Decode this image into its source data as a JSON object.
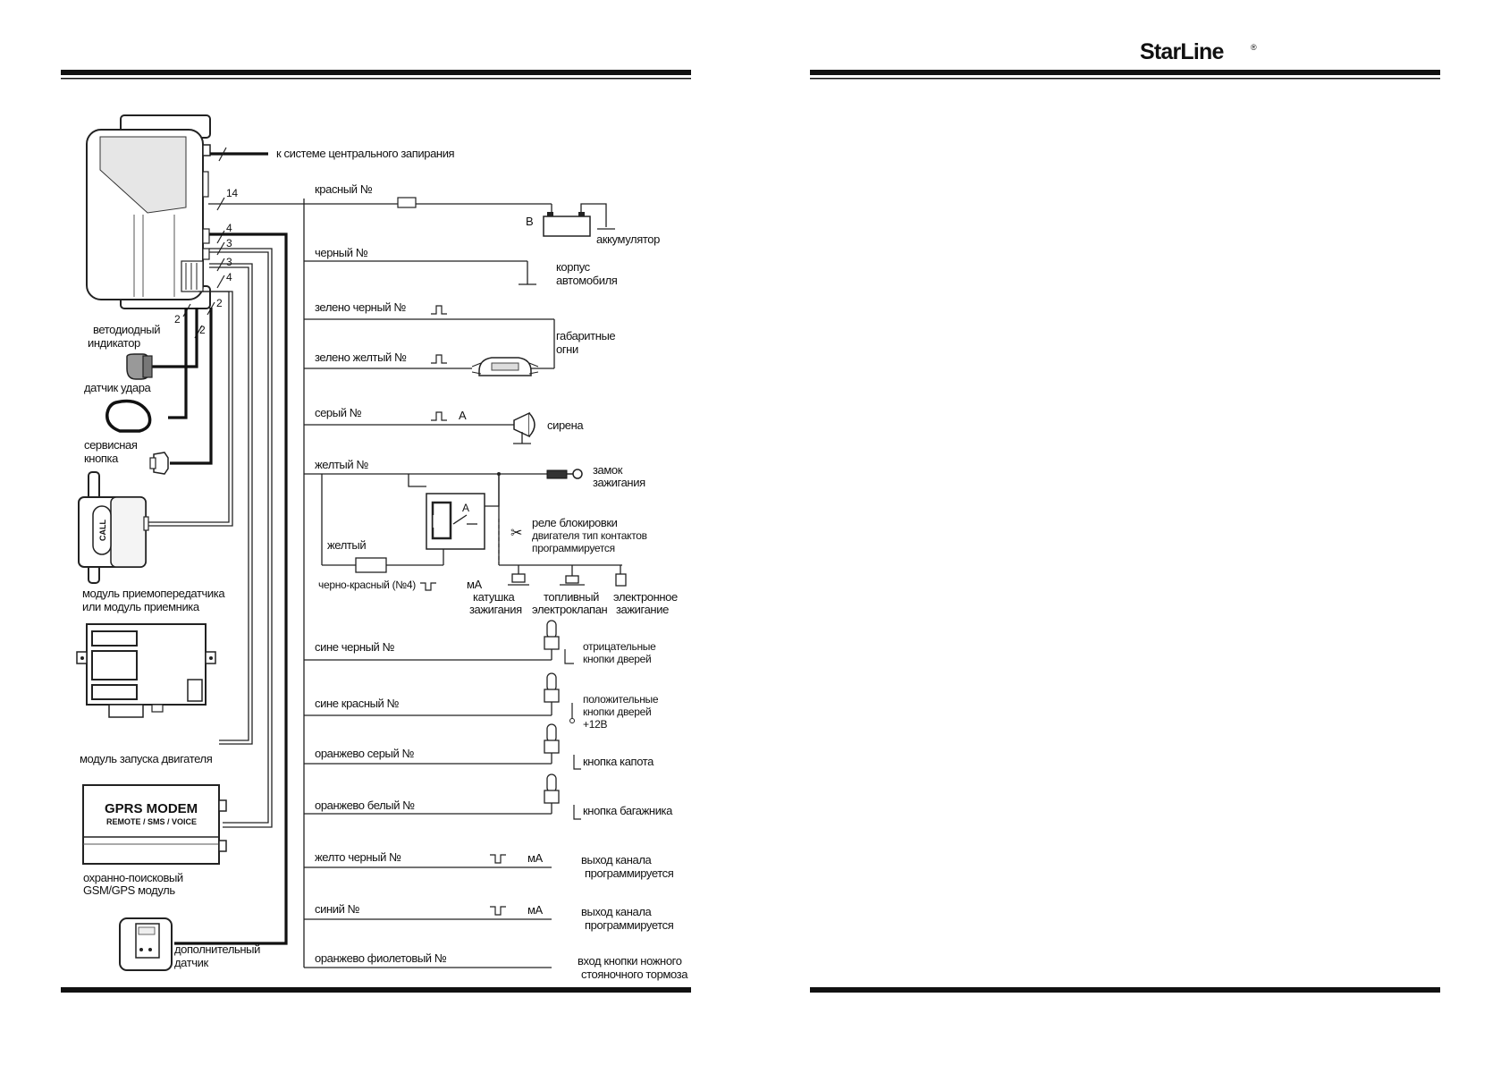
{
  "brand": {
    "logo": "StarLine",
    "registered": "®"
  },
  "top_labels": {
    "central_lock": "к системе центрального запирания",
    "wire_count_14": "14",
    "wire_count_4a": "4",
    "wire_count_3a": "3",
    "wire_count_3b": "3",
    "wire_count_4b": "4",
    "wire_count_2a": "2",
    "wire_count_2b": "2",
    "wire_count_2c": "2"
  },
  "wires": [
    {
      "label": "красный  №"
    },
    {
      "label": "черный  №"
    },
    {
      "label": "зелено черный  №"
    },
    {
      "label": "зелено желтый  №"
    },
    {
      "label": "серый  №"
    },
    {
      "label": "желтый  №"
    },
    {
      "label": "сине черный  №"
    },
    {
      "label": "сине красный  №"
    },
    {
      "label": "оранжево серый  №"
    },
    {
      "label": "оранжево белый  №"
    },
    {
      "label": "желто черный  №"
    },
    {
      "label": "синий  №"
    },
    {
      "label": "оранжево фиолетовый  №"
    }
  ],
  "relay": {
    "inner_yellow": "желтый",
    "black_red": "черно-красный (№4)",
    "ma": "мА",
    "a_label": "А",
    "title": "реле блокировки",
    "line2": "двигателя  тип контактов",
    "line3": "программируется"
  },
  "signals": {
    "siren_a": "А",
    "ma1": "мА",
    "ma2": "мА"
  },
  "right_labels": {
    "battery_b": "В",
    "battery": "аккумулятор",
    "body1": "корпус",
    "body2": "автомобиля",
    "lights1": "габаритные",
    "lights2": "огни",
    "siren": "сирена",
    "ignition1": "замок",
    "ignition2": "зажигания",
    "coil1": "катушка",
    "coil2": "зажигания",
    "fuel1": "топливный",
    "fuel2": "электроклапан",
    "electronic1": "электронное",
    "electronic2": "зажигание",
    "neg_doors1": "отрицательные",
    "neg_doors2": "кнопки дверей",
    "pos_doors1": "положительные",
    "pos_doors2": "кнопки дверей",
    "pos_doors3": "+12В",
    "hood": "кнопка капота",
    "trunk": "кнопка багажника",
    "out1_a": "выход    канала",
    "out1_b": "программируется",
    "out2_a": "выход    канала",
    "out2_b": "программируется",
    "brake1": "вход кнопки ножного",
    "brake2": "стояночного  тормоза"
  },
  "left_labels": {
    "led1": "ветодиодный",
    "led2": "индикатор",
    "shock": "датчик удара",
    "service1": "сервисная",
    "service2": "кнопка",
    "transceiver1": "модуль приемопередатчика",
    "transceiver2": "или модуль приемника",
    "call": "CALL",
    "starter": "модуль запуска двигателя",
    "gprs_title": "GPRS MODEM",
    "gprs_sub": "REMOTE / SMS / VOICE",
    "gsm1": "охранно-поисковый",
    "gsm2": "GSM/GPS модуль",
    "extra1": "дополнительный",
    "extra2": "датчик"
  }
}
